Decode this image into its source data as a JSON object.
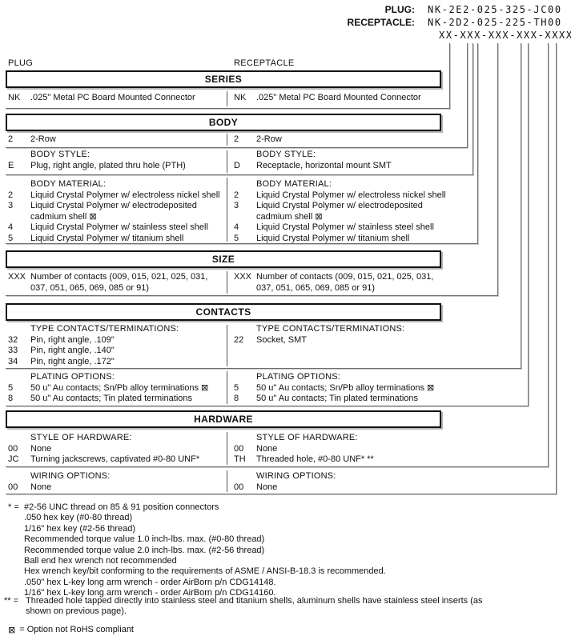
{
  "part_numbers": {
    "plug_label": "PLUG:",
    "plug_value": "NK-2E2-025-325-JC00",
    "receptacle_label": "RECEPTACLE:",
    "receptacle_value": "NK-2D2-025-225-TH00",
    "mask_value": "XX-XXX-XXX-XXX-XXXX"
  },
  "column_labels": {
    "left": "PLUG",
    "right": "RECEPTACLE"
  },
  "section_titles": {
    "series": "SERIES",
    "body": "BODY",
    "size": "SIZE",
    "contacts": "CONTACTS",
    "hardware": "HARDWARE"
  },
  "subsections": {
    "series_option": {
      "left_rows": [
        {
          "code": "NK",
          "text": ".025\" Metal PC Board Mounted Connector"
        }
      ],
      "right_rows": [
        {
          "code": "NK",
          "text": ".025\" Metal PC Board Mounted Connector"
        }
      ]
    },
    "body_rows": {
      "left_rows": [
        {
          "code": "2",
          "text": "2-Row"
        }
      ],
      "right_rows": [
        {
          "code": "2",
          "text": "2-Row"
        }
      ]
    },
    "body_style": {
      "header": "BODY STYLE:",
      "left_rows": [
        {
          "code": "E",
          "text": "Plug, right angle, plated thru hole (PTH)"
        }
      ],
      "right_rows": [
        {
          "code": "D",
          "text": "Receptacle, horizontal mount SMT"
        }
      ]
    },
    "body_material": {
      "header": "BODY MATERIAL:",
      "left_rows": [
        {
          "code": "2",
          "text": "Liquid Crystal Polymer w/ electroless nickel shell"
        },
        {
          "code": "3",
          "text": "Liquid Crystal Polymer w/ electrodeposited",
          "text2": "cadmium shell  ⊠"
        },
        {
          "code": "4",
          "text": "Liquid Crystal Polymer w/ stainless steel shell"
        },
        {
          "code": "5",
          "text": "Liquid Crystal Polymer w/ titanium shell"
        }
      ],
      "right_rows": [
        {
          "code": "2",
          "text": "Liquid Crystal Polymer w/ electroless nickel shell"
        },
        {
          "code": "3",
          "text": "Liquid Crystal Polymer w/ electrodeposited",
          "text2": "cadmium shell  ⊠"
        },
        {
          "code": "4",
          "text": "Liquid Crystal Polymer w/ stainless steel shell"
        },
        {
          "code": "5",
          "text": "Liquid Crystal Polymer w/ titanium shell"
        }
      ]
    },
    "size_option": {
      "left_rows": [
        {
          "code": "XXX",
          "text": "Number of contacts (009, 015, 021, 025, 031,",
          "text2": "037, 051, 065, 069, 085 or 91)"
        }
      ],
      "right_rows": [
        {
          "code": "XXX",
          "text": "Number of contacts (009, 015, 021, 025, 031,",
          "text2": "037, 051, 065, 069, 085 or 91)"
        }
      ]
    },
    "contacts_type": {
      "header": "TYPE CONTACTS/TERMINATIONS:",
      "left_rows": [
        {
          "code": "32",
          "text": "Pin, right angle, .109\""
        },
        {
          "code": "33",
          "text": "Pin, right angle, .140\""
        },
        {
          "code": "34",
          "text": "Pin, right angle, .172\""
        }
      ],
      "right_rows": [
        {
          "code": "22",
          "text": "Socket, SMT"
        }
      ]
    },
    "contacts_plating": {
      "header": "PLATING OPTIONS:",
      "left_rows": [
        {
          "code": "5",
          "text": "50 u\" Au contacts; Sn/Pb alloy terminations  ⊠"
        },
        {
          "code": "8",
          "text": "50 u\" Au contacts; Tin plated terminations"
        }
      ],
      "right_rows": [
        {
          "code": "5",
          "text": "50 u\" Au contacts; Sn/Pb alloy terminations  ⊠"
        },
        {
          "code": "8",
          "text": "50 u\" Au contacts; Tin plated terminations"
        }
      ]
    },
    "hardware_style": {
      "header": "STYLE OF HARDWARE:",
      "left_rows": [
        {
          "code": "00",
          "text": "None"
        },
        {
          "code": "JC",
          "text": "Turning jackscrews, captivated #0-80 UNF*"
        }
      ],
      "right_rows": [
        {
          "code": "00",
          "text": "None"
        },
        {
          "code": "TH",
          "text": "Threaded hole, #0-80 UNF*  **"
        }
      ]
    },
    "hardware_wiring": {
      "header": "WIRING OPTIONS:",
      "left_rows": [
        {
          "code": "00",
          "text": "None"
        }
      ],
      "right_rows": [
        {
          "code": "00",
          "text": "None"
        }
      ]
    }
  },
  "footnotes": {
    "star": {
      "prefix": "* =",
      "first": "#2-56 UNC thread on 85 & 91 position connectors",
      "lines": [
        ".050 hex key (#0-80 thread)",
        "1/16\" hex key (#2-56 thread)",
        "Recommended torque value 1.0 inch-lbs. max. (#0-80 thread)",
        "Recommended torque value 2.0 inch-lbs. max. (#2-56 thread)",
        "Ball end hex wrench not recommended",
        "Hex wrench key/bit conforming to the requirements of ASME / ANSI-B-18.3 is recommended.",
        ".050\" hex L-key long arm wrench - order AirBorn p/n CDG14148.",
        "1/16\" hex L-key long arm wrench - order AirBorn p/n CDG14160."
      ]
    },
    "double_star": {
      "prefix": "** =",
      "text": "Threaded hole tapped directly into stainless steel and titanium shells, aluminum shells have stainless steel inserts (as shown on previous page)."
    },
    "rohs": {
      "symbol": "⊠",
      "text": "= Option not RoHS compliant"
    }
  }
}
